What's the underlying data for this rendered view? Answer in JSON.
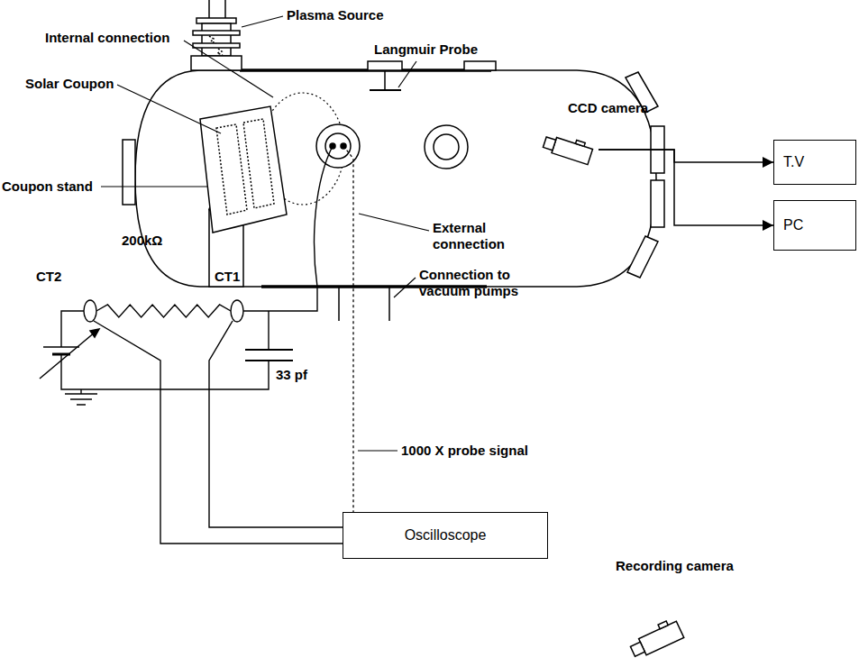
{
  "diagram": {
    "nodes": [
      {
        "text": [
          "CCD camera"
        ]
      },
      {
        "text": [
          "T.V"
        ]
      },
      {
        "text": [
          "PC"
        ]
      },
      {
        "text": [
          "Oscilloscope"
        ]
      }
    ],
    "edges": [
      {
        "from": 0,
        "to": 1,
        "arrow": "to"
      },
      {
        "from": 0,
        "to": 2,
        "arrow": "to"
      }
    ],
    "labels": [
      "Plasma Source",
      "Internal connection",
      "Langmuir Probe",
      "Solar Coupon",
      "Coupon stand",
      "200kΩ",
      "CT2",
      "CT1",
      "External connection",
      "Connection to vacuum pumps",
      "33 pf",
      "1000 X probe signal",
      "Recording camera"
    ]
  }
}
